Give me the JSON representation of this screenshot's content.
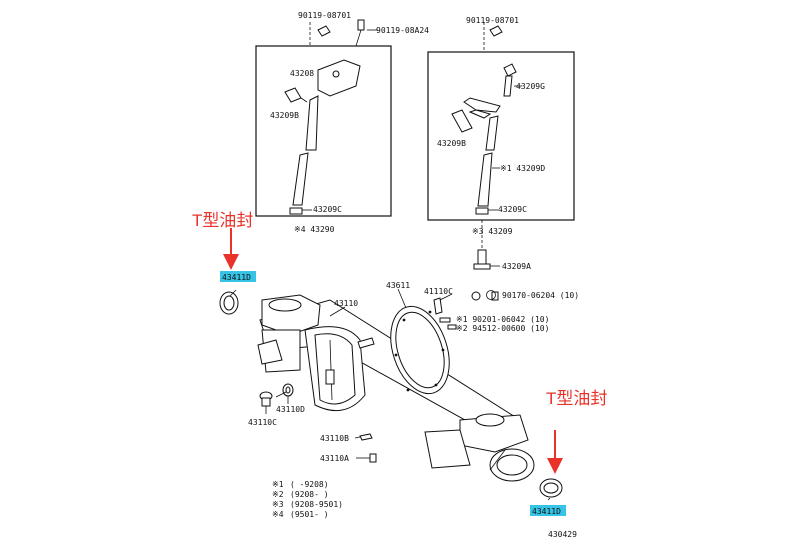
{
  "annotations": {
    "left_label": "T型油封",
    "right_label": "T型油封",
    "arrow_color": "#e8322a",
    "highlight_color": "#35c3e6"
  },
  "parts": {
    "p90119_08701_l": "90119-08701",
    "p90119_08a24": "90119-08A24",
    "p43208": "43208",
    "p43209b_l": "43209B",
    "p43209c_l": "43209C",
    "p43290": "※4 43290",
    "p90119_08701_r": "90119-08701",
    "p43209g": "43209G",
    "p43209b_r": "43209B",
    "p43209d": "※1 43209D",
    "p43209c_r": "43209C",
    "p43209": "※3 43209",
    "p43209a": "43209A",
    "p43411d_l": "43411D",
    "p43611": "43611",
    "p43110": "43110",
    "p41110c": "41110C",
    "p90170_06204": "90170-06204 (10)",
    "p90201_06042": "※1 90201-06042 (10)",
    "p94512_00600": "※2 94512-00600 (10)",
    "p43110d": "43110D",
    "p43110c": "43110C",
    "p43110b": "43110B",
    "p43110a": "43110A",
    "p43411d_r": "43411D",
    "diagram_no": "430429"
  },
  "legend": [
    {
      "mark": "※1",
      "range": "(      -9208)"
    },
    {
      "mark": "※2",
      "range": "(9208-      )"
    },
    {
      "mark": "※3",
      "range": "(9208-9501)"
    },
    {
      "mark": "※4",
      "range": "(9501-      )"
    }
  ]
}
